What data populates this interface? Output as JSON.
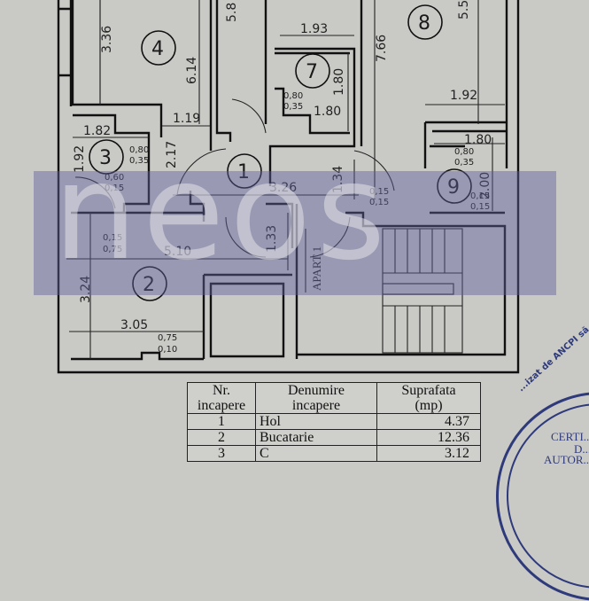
{
  "plan": {
    "apartment_label": "APART 1",
    "watermark": "neos",
    "rooms": [
      {
        "num": "1"
      },
      {
        "num": "2"
      },
      {
        "num": "3"
      },
      {
        "num": "4"
      },
      {
        "num": "7"
      },
      {
        "num": "8"
      },
      {
        "num": "9"
      }
    ],
    "dimensions": {
      "d336": "3.36",
      "d614": "6.14",
      "d58": "5.8",
      "d193": "1.93",
      "d766": "7.66",
      "d55": "5.5",
      "d180a": "1.80",
      "d180b": "1.80",
      "d192": "1.92",
      "d182": "1.82",
      "d119": "1.19",
      "d92": "1.92",
      "d217": "2.17",
      "d134": "1.34",
      "d326": "3.26",
      "d180c": "1.80",
      "d200": "2.00",
      "d133": "1.33",
      "d510": "5.10",
      "d324": "3.24",
      "d305": "3.05"
    },
    "openings": {
      "o3a": [
        "0,80",
        "0,35"
      ],
      "o3b": [
        "0,60",
        "0,15"
      ],
      "o7": [
        "0,80",
        "0,35"
      ],
      "o9a": [
        "0,80",
        "0,35"
      ],
      "o9b": [
        "0,15",
        "0,15"
      ],
      "ohall": [
        "0,15",
        "0,15"
      ],
      "o2a": [
        "0,15",
        "0,75"
      ],
      "o2b": [
        "0,75",
        "0,10"
      ]
    }
  },
  "legend": {
    "headers": [
      "Nr.\nincapere",
      "Denumire\nincapere",
      "Suprafata\n(mp)"
    ],
    "header_lines": [
      [
        "Nr.",
        "incapere"
      ],
      [
        "Denumire",
        "incapere"
      ],
      [
        "Suprafata",
        "(mp)"
      ]
    ],
    "rows": [
      {
        "nr": "1",
        "name": "Hol",
        "area": "4.37"
      },
      {
        "nr": "2",
        "name": "Bucatarie",
        "area": "12.36"
      },
      {
        "nr": "3",
        "name": "C...",
        "area": "3.12"
      }
    ]
  },
  "stamp": {
    "arc_text": "...izat de ANCPI să exec...",
    "line1": "CERTI...",
    "line2": "D...",
    "line3": "AUTOR..."
  }
}
